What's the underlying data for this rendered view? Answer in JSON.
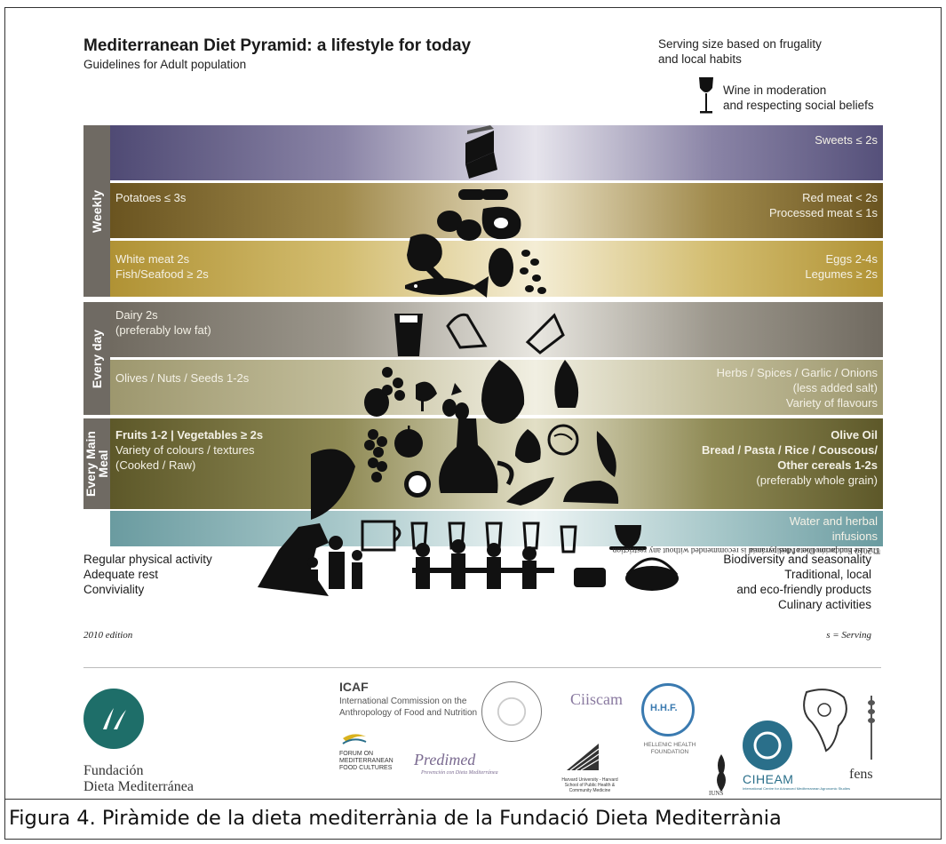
{
  "header": {
    "title": "Mediterranean Diet Pyramid: a lifestyle for today",
    "subtitle": "Guidelines for Adult population",
    "serving_note_line1": "Serving size based on frugality",
    "serving_note_line2": "and local habits",
    "wine_note_line1": "Wine in moderation",
    "wine_note_line2": "and respecting social beliefs"
  },
  "side_labels": {
    "weekly": "Weekly",
    "every_day": "Every day",
    "every_main_meal_line1": "Every Main",
    "every_main_meal_line2": "Meal"
  },
  "bands": {
    "sweets": {
      "right": "Sweets ≤ 2s"
    },
    "potatoes": {
      "left": "Potatoes ≤ 3s",
      "right_line1": "Red meat < 2s",
      "right_line2": "Processed meat ≤ 1s"
    },
    "white_meat": {
      "left_line1": "White meat 2s",
      "left_line2": "Fish/Seafood ≥ 2s",
      "right_line1": "Eggs 2-4s",
      "right_line2": "Legumes ≥ 2s"
    },
    "dairy": {
      "left_line1": "Dairy 2s",
      "left_line2": "(preferably low fat)"
    },
    "olives": {
      "left": "Olives / Nuts / Seeds  1-2s",
      "right_line1": "Herbs / Spices / Garlic / Onions",
      "right_line2": "(less added salt)",
      "right_line3": "Variety of flavours"
    },
    "fruits": {
      "left_line1": "Fruits 1-2 | Vegetables ≥ 2s",
      "left_line2": "Variety of colours / textures",
      "left_line3": "(Cooked / Raw)",
      "right_line1": "Olive Oil",
      "right_line2": "Bread / Pasta / Rice / Couscous/",
      "right_line3": "Other cereals 1-2s",
      "right_line4": "(preferably whole grain)"
    },
    "water": {
      "right_line1": "Water and herbal",
      "right_line2": "infusions"
    }
  },
  "base": {
    "left_line1": "Regular physical activity",
    "left_line2": "Adequate rest",
    "left_line3": "Conviviality",
    "right_line1": "Biodiversity and seasonality",
    "right_line2": "Traditional, local",
    "right_line3": "and eco-friendly products",
    "right_line4": "Culinary activities"
  },
  "edition": "2010 edition",
  "serving_legend": "s = Serving",
  "copyright_line1": "© 2010 Fundación Dieta Mediterránea",
  "copyright_line2": "The use and promotion of this pyramid is recommended without any restriction",
  "logos": {
    "fdm_line1": "Fundación",
    "fdm_line2": "Dieta Mediterránea",
    "icaf_title": "ICAF",
    "icaf_line1": "International Commission on the",
    "icaf_line2": "Anthropology of Food and Nutrition",
    "ciiscam": "Ciiscam",
    "hhf": "H.H.F.",
    "hhf_name": "HELLENIC HEALTH FOUNDATION",
    "forum_line1": "FORUM ON",
    "forum_line2": "MEDITERRANEAN",
    "forum_line3": "FOOD CULTURES",
    "predimed": "Predimed",
    "predimed_sub": "Prevención con Dieta Mediterránea",
    "harvard": "Harvard University - Harvard School of Public Health & Community Medicine",
    "iuns": "IUNS",
    "ciheam": "CIHEAM",
    "ciheam_sub": "International Centre for Advanced Mediterranean Agronomic Studies",
    "fens": "fens"
  },
  "caption": "Figura  4.  Piràmide de la dieta mediterrània de la Fundació Dieta Mediterrània",
  "colors": {
    "side_label_bg": "#6f6a63",
    "fdm_green": "#1e6e69",
    "ciheam_blue": "#2a6f8a",
    "hhf_blue": "#3a7ab0",
    "icon_black": "#111111"
  }
}
